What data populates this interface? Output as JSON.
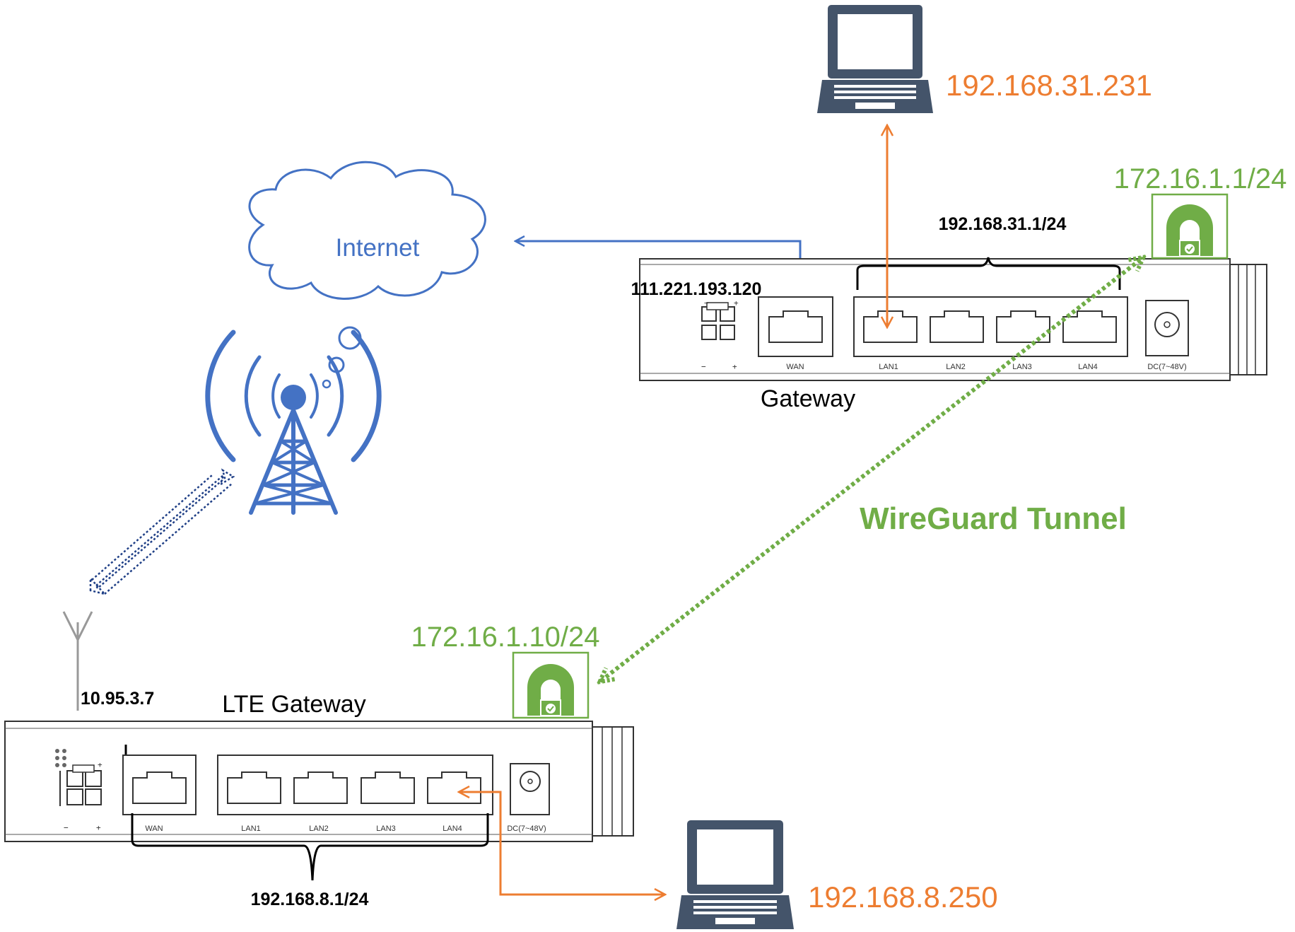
{
  "internet": {
    "label": "Internet"
  },
  "gateway": {
    "name": "Gateway",
    "wan_ip": "111.221.193.120",
    "lan_subnet": "192.168.31.1/24",
    "wireguard_ip": "172.16.1.1/24",
    "ports": {
      "wan": "WAN",
      "lan1": "LAN1",
      "lan2": "LAN2",
      "lan3": "LAN3",
      "lan4": "LAN4",
      "dc": "DC(7~48V)"
    },
    "power": {
      "minus": "−",
      "plus": "+"
    }
  },
  "lte_gateway": {
    "name": "LTE Gateway",
    "cell_ip": "10.95.3.7",
    "lan_subnet": "192.168.8.1/24",
    "wireguard_ip": "172.16.1.10/24",
    "ports": {
      "wan": "WAN",
      "lan1": "LAN1",
      "lan2": "LAN2",
      "lan3": "LAN3",
      "lan4": "LAN4",
      "dc": "DC(7~48V)"
    },
    "power": {
      "minus": "−",
      "plus": "+"
    }
  },
  "laptop_top": {
    "ip": "192.168.31.231"
  },
  "laptop_bottom": {
    "ip": "192.168.8.250"
  },
  "tunnel": {
    "label": "WireGuard Tunnel"
  },
  "colors": {
    "blue": "#4472c4",
    "orange": "#ed7d31",
    "green": "#70ad47",
    "laptop": "#44546a",
    "black": "#000000"
  },
  "icons": [
    "cloud-icon",
    "cell-tower-icon",
    "antenna-icon",
    "laptop-icon",
    "wireguard-lock-icon",
    "rj45-port-icon",
    "dc-jack-icon",
    "power-connector-icon"
  ]
}
